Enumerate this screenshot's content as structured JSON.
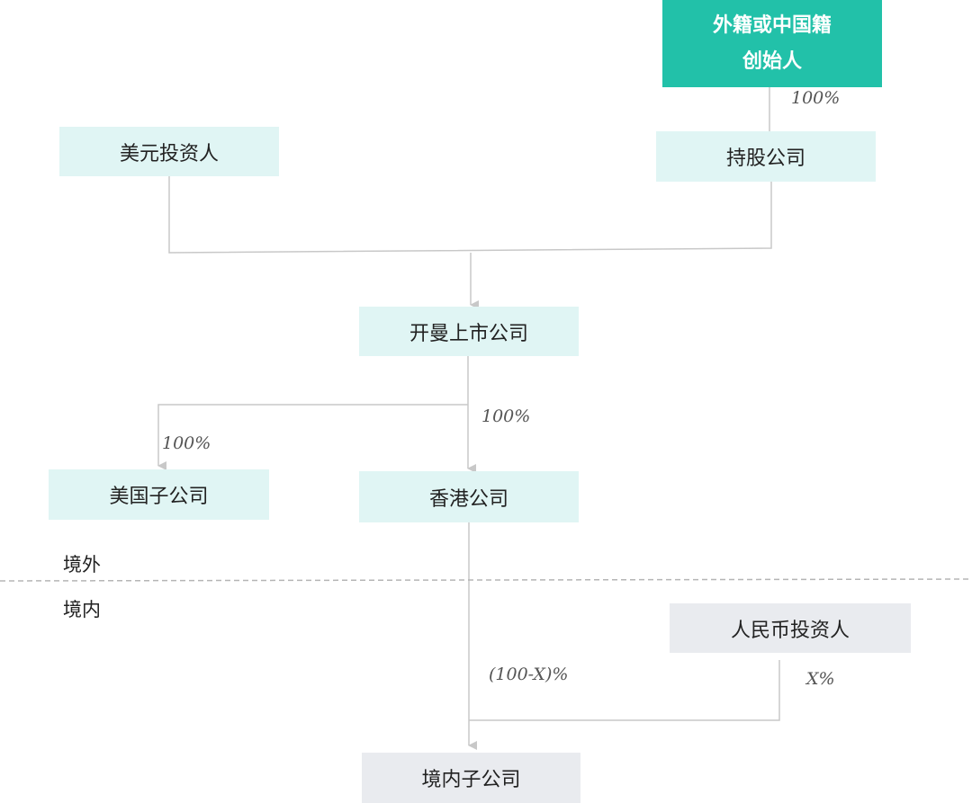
{
  "nodes": {
    "founder": {
      "line1": "外籍或中国籍",
      "line2": "创始人"
    },
    "usd_investor": "美元投资人",
    "holding_company": "持股公司",
    "cayman_listed": "开曼上市公司",
    "us_subsidiary": "美国子公司",
    "hk_company": "香港公司",
    "rmb_investor": "人民币投资人",
    "domestic_subsidiary": "境内子公司"
  },
  "percentages": {
    "founder_to_holding": "100%",
    "cayman_to_hk": "100%",
    "cayman_to_us": "100%",
    "hk_to_domestic": "(100-X)%",
    "rmb_to_domestic": "X%"
  },
  "regions": {
    "offshore": "境外",
    "onshore": "境内"
  },
  "colors": {
    "founder_fill": "#22c1a9",
    "offshore_fill": "#e0f5f4",
    "onshore_fill": "#e9ebef",
    "connector": "#c8c8c8",
    "boundary": "#b5b5b5"
  }
}
